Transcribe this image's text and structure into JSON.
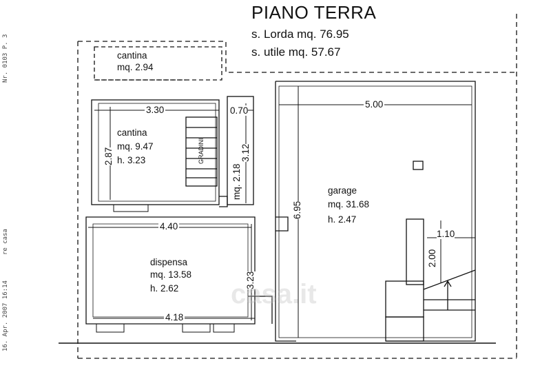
{
  "header": {
    "title": "PIANO TERRA",
    "gross_area": "s. Lorda mq. 76.95",
    "useful_area": "s. utile mq. 57.67"
  },
  "rooms": {
    "cantina_small": {
      "name": "cantina",
      "area": "mq. 2.94"
    },
    "cantina": {
      "name": "cantina",
      "area": "mq. 9.47",
      "height": "h. 3.23"
    },
    "dispensa": {
      "name": "dispensa",
      "area": "mq. 13.58",
      "height": "h. 2.62"
    },
    "garage": {
      "name": "garage",
      "area": "mq. 31.68",
      "height": "h. 2.47"
    },
    "stair_label": "GRADINI"
  },
  "dimensions": {
    "cantina_width": "3.30",
    "cantina_depth": "2.87",
    "corridor_width": "0.70",
    "corridor_depth": "3.12",
    "corridor_height": "mq. 2.18",
    "dispensa_width_top": "4.40",
    "dispensa_width_bottom": "4.18",
    "dispensa_depth": "3.23",
    "garage_width": "5.00",
    "garage_depth": "6.95",
    "step_width": "1.10",
    "step_depth": "2.00"
  },
  "margin_notes": {
    "date": "16. Apr. 2007 16:14",
    "text": "re casa",
    "code": "Nr. 0103  P. 3"
  },
  "watermark": "casa.it"
}
